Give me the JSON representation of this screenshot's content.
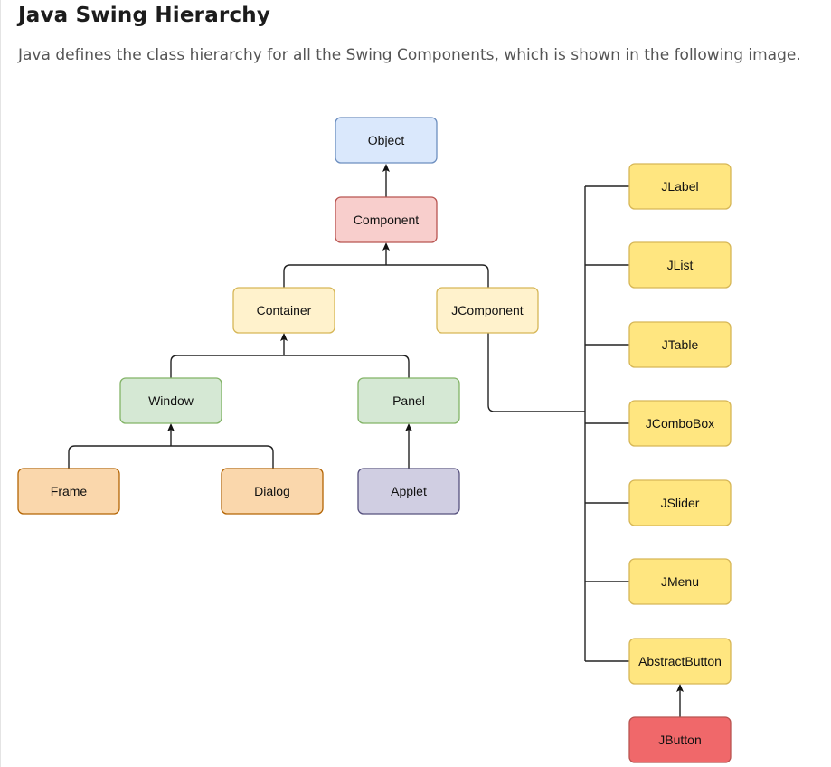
{
  "header": {
    "title": "Java Swing Hierarchy",
    "intro": "Java defines the class hierarchy for all the Swing Components, which is shown in the following image."
  },
  "diagram": {
    "nodes": [
      {
        "id": "object",
        "label": "Object",
        "fill": "#dae8fc",
        "stroke": "#6c8ebf"
      },
      {
        "id": "component",
        "label": "Component",
        "fill": "#f8cecc",
        "stroke": "#b85450"
      },
      {
        "id": "container",
        "label": "Container",
        "fill": "#fff2cc",
        "stroke": "#d6b656"
      },
      {
        "id": "jcomponent",
        "label": "JComponent",
        "fill": "#fff2cc",
        "stroke": "#d6b656"
      },
      {
        "id": "window",
        "label": "Window",
        "fill": "#d5e8d4",
        "stroke": "#82b366"
      },
      {
        "id": "panel",
        "label": "Panel",
        "fill": "#d5e8d4",
        "stroke": "#82b366"
      },
      {
        "id": "frame",
        "label": "Frame",
        "fill": "#fad7ac",
        "stroke": "#b46504"
      },
      {
        "id": "dialog",
        "label": "Dialog",
        "fill": "#fad7ac",
        "stroke": "#b46504"
      },
      {
        "id": "applet",
        "label": "Applet",
        "fill": "#d0cee2",
        "stroke": "#56517e"
      },
      {
        "id": "jlabel",
        "label": "JLabel",
        "fill": "#ffe680",
        "stroke": "#d6b656"
      },
      {
        "id": "jlist",
        "label": "JList",
        "fill": "#ffe680",
        "stroke": "#d6b656"
      },
      {
        "id": "jtable",
        "label": "JTable",
        "fill": "#ffe680",
        "stroke": "#d6b656"
      },
      {
        "id": "jcombobox",
        "label": "JComboBox",
        "fill": "#ffe680",
        "stroke": "#d6b656"
      },
      {
        "id": "jslider",
        "label": "JSlider",
        "fill": "#ffe680",
        "stroke": "#d6b656"
      },
      {
        "id": "jmenu",
        "label": "JMenu",
        "fill": "#ffe680",
        "stroke": "#d6b656"
      },
      {
        "id": "abstractbutton",
        "label": "AbstractButton",
        "fill": "#ffe680",
        "stroke": "#d6b656"
      },
      {
        "id": "jbutton",
        "label": "JButton",
        "fill": "#f0686a",
        "stroke": "#b85450"
      }
    ],
    "edges": [
      {
        "from": "component",
        "to": "object"
      },
      {
        "from": "container",
        "to": "component"
      },
      {
        "from": "jcomponent",
        "to": "component"
      },
      {
        "from": "window",
        "to": "container"
      },
      {
        "from": "panel",
        "to": "container"
      },
      {
        "from": "frame",
        "to": "window"
      },
      {
        "from": "dialog",
        "to": "window"
      },
      {
        "from": "applet",
        "to": "panel"
      },
      {
        "from": "jlabel",
        "to": "jcomponent"
      },
      {
        "from": "jlist",
        "to": "jcomponent"
      },
      {
        "from": "jtable",
        "to": "jcomponent"
      },
      {
        "from": "jcombobox",
        "to": "jcomponent"
      },
      {
        "from": "jslider",
        "to": "jcomponent"
      },
      {
        "from": "jmenu",
        "to": "jcomponent"
      },
      {
        "from": "abstractbutton",
        "to": "jcomponent"
      },
      {
        "from": "jbutton",
        "to": "abstractbutton"
      }
    ]
  }
}
